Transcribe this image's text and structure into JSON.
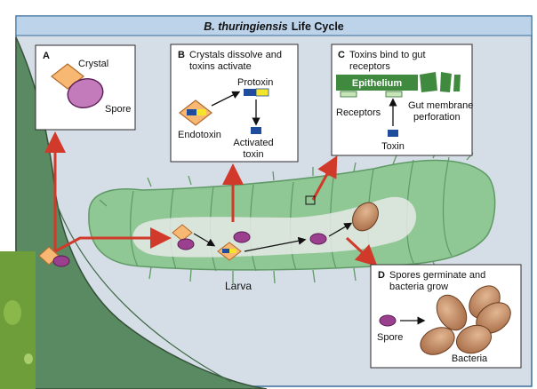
{
  "title": {
    "italic": "B. thuringiensis",
    "rest": "Life Cycle"
  },
  "panel_a": {
    "letter": "A",
    "crystal": "Crystal",
    "spore": "Spore"
  },
  "panel_b": {
    "letter": "B",
    "heading_line1": "Crystals dissolve and",
    "heading_line2": "toxins activate",
    "protoxin": "Protoxin",
    "endotoxin": "Endotoxin",
    "activated_line1": "Activated",
    "activated_line2": "toxin"
  },
  "panel_c": {
    "letter": "C",
    "heading_line1": "Toxins bind to gut",
    "heading_line2": "receptors",
    "epithelium": "Epithelium",
    "receptors": "Receptors",
    "gut_line1": "Gut membrane",
    "gut_line2": "perforation",
    "toxin": "Toxin"
  },
  "panel_d": {
    "letter": "D",
    "heading_line1": "Spores germinate and",
    "heading_line2": "bacteria grow",
    "spore": "Spore",
    "bacteria": "Bacteria"
  },
  "larva_label": "Larva",
  "colors": {
    "title_bar": "#bcd3ea",
    "frame_border": "#3a6f9a",
    "leaf": "#5a8a62",
    "leaf_dark": "#35513a",
    "larva_body": "#8fc795",
    "larva_segment": "#5f9a66",
    "gut": "#e6e9e6",
    "arrow_red": "#d13a2a",
    "spore_purple": "#9b3f8f",
    "crystal_orange": "#f6b872",
    "protoxin_yellow": "#f4e52a",
    "toxin_blue": "#1f4c9c",
    "epithelium_green": "#3f8a3f",
    "bacteria_brown": "#b87b55"
  }
}
